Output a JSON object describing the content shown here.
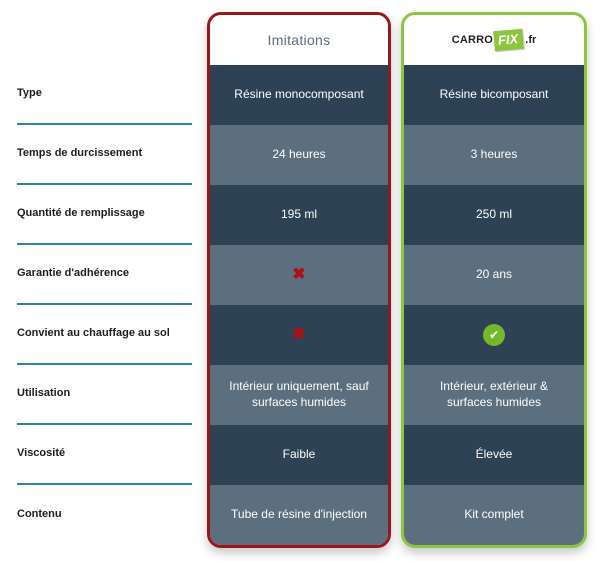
{
  "comparison": {
    "row_labels": [
      "Type",
      "Temps de durcissement",
      "Quantité de remplissage",
      "Garantie d'adhérence",
      "Convient au chauffage au sol",
      "Utilisation",
      "Viscosité",
      "Contenu"
    ],
    "columns": [
      {
        "id": "imitations",
        "header": {
          "type": "text",
          "title": "Imitations"
        },
        "border_color": "#991719",
        "cells": [
          {
            "type": "text",
            "value": "Résine monocomposant"
          },
          {
            "type": "text",
            "value": "24 heures"
          },
          {
            "type": "text",
            "value": "195 ml"
          },
          {
            "type": "x-icon",
            "value": "✖"
          },
          {
            "type": "x-icon",
            "value": "✖"
          },
          {
            "type": "text",
            "value": "Intérieur uniquement, sauf surfaces humides"
          },
          {
            "type": "text",
            "value": "Faible"
          },
          {
            "type": "text",
            "value": "Tube de résine d'injection"
          }
        ]
      },
      {
        "id": "carrofix",
        "header": {
          "type": "logo",
          "carro": "CARRO",
          "fix": "FIX",
          "fr": ".fr"
        },
        "border_color": "#8cc63e",
        "cells": [
          {
            "type": "text",
            "value": "Résine bicomposant"
          },
          {
            "type": "text",
            "value": "3 heures"
          },
          {
            "type": "text",
            "value": "250 ml"
          },
          {
            "type": "text",
            "value": "20 ans"
          },
          {
            "type": "check-icon",
            "value": "✔"
          },
          {
            "type": "text",
            "value": "Intérieur, extérieur & surfaces humides"
          },
          {
            "type": "text",
            "value": "Élevée"
          },
          {
            "type": "text",
            "value": "Kit complet"
          }
        ]
      }
    ]
  },
  "colors": {
    "row_dark": "#2d4254",
    "row_light": "#5c6f7e",
    "x_red": "#b01013",
    "check_green": "#74b82c",
    "separator_blue": "#3180a8",
    "imitations_title": "#5c6b80",
    "label_text": "#1d1d1b",
    "logo_green": "#8cc63e",
    "imitations_border": "#991719",
    "carrofix_border": "#8cc63e"
  },
  "chart_data": {
    "type": "table",
    "title": "Comparatif Imitations vs CARROFIX.fr",
    "columns": [
      "",
      "Imitations",
      "CARROFIX.fr"
    ],
    "rows": [
      [
        "Type",
        "Résine monocomposant",
        "Résine bicomposant"
      ],
      [
        "Temps de durcissement",
        "24 heures",
        "3 heures"
      ],
      [
        "Quantité de remplissage",
        "195 ml",
        "250 ml"
      ],
      [
        "Garantie d'adhérence",
        "✖",
        "20 ans"
      ],
      [
        "Convient au chauffage au sol",
        "✖",
        "✔"
      ],
      [
        "Utilisation",
        "Intérieur uniquement, sauf surfaces humides",
        "Intérieur, extérieur & surfaces humides"
      ],
      [
        "Viscosité",
        "Faible",
        "Élevée"
      ],
      [
        "Contenu",
        "Tube de résine d'injection",
        "Kit complet"
      ]
    ],
    "legend_position": "none",
    "grid": false
  }
}
